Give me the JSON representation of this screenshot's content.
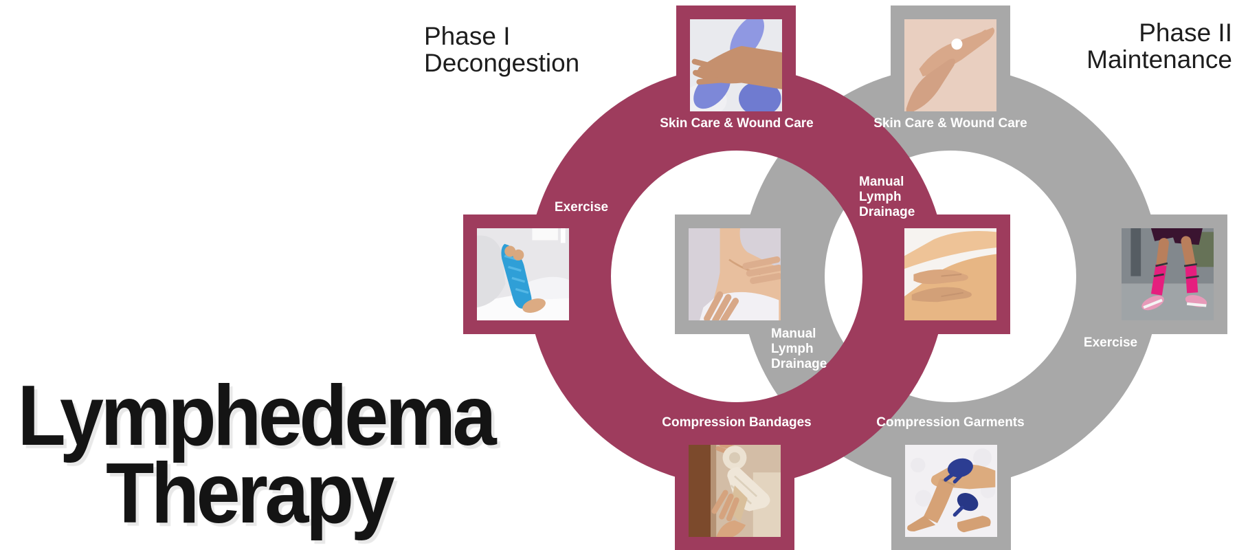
{
  "title": {
    "line1": "Lymphedema",
    "line2": "Therapy"
  },
  "phases": {
    "phase1": {
      "name": "Phase I",
      "subtitle": "Decongestion",
      "color": "#9e3c5d",
      "items": {
        "skin_care": {
          "label": "Skin Care & Wound Care",
          "photo": "gloved hands wrapping patient hand"
        },
        "exercise": {
          "label": "Exercise",
          "photo": "leg with blue compression bandage on bed"
        },
        "mld": {
          "label": "Manual Lymph Drainage",
          "photo": "hands massaging a leg"
        },
        "compression": {
          "label": "Compression Bandages",
          "photo": "hand being wrapped with bandage roll"
        }
      }
    },
    "phase2": {
      "name": "Phase II",
      "subtitle": "Maintenance",
      "color": "#a8a8a8",
      "items": {
        "skin_care": {
          "label": "Skin Care & Wound Care",
          "photo": "hands applying skin cream"
        },
        "exercise": {
          "label": "Exercise",
          "photo": "runner legs with pink compression socks"
        },
        "mld": {
          "label": "Manual Lymph Drainage",
          "photo": "hands massaging shoulder and chest"
        },
        "compression": {
          "label": "Compression Garments",
          "photo": "gloved hands pulling on compression stockings"
        }
      }
    }
  }
}
